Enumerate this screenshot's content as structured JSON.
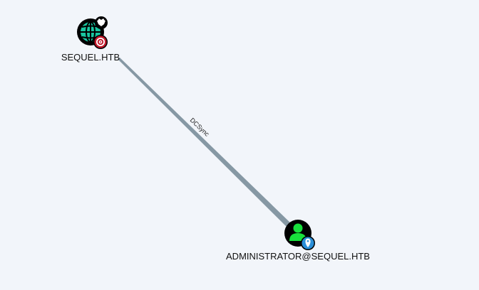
{
  "graph": {
    "nodes": {
      "domain": {
        "label": "SEQUEL.HTB",
        "type": "domain",
        "icon": "globe-icon",
        "badges": [
          "crown-icon",
          "target-icon"
        ],
        "fill_color": "#19c7a1",
        "ring_color": "#000000"
      },
      "user": {
        "label": "ADMINISTRATOR@SEQUEL.HTB",
        "type": "user",
        "icon": "user-icon",
        "badges": [
          "location-pin-icon"
        ],
        "fill_color": "#18e03c",
        "ring_color": "#000000"
      }
    },
    "edge": {
      "label": "DCSync",
      "from": "user",
      "to": "domain",
      "color": "#7f929f"
    }
  }
}
